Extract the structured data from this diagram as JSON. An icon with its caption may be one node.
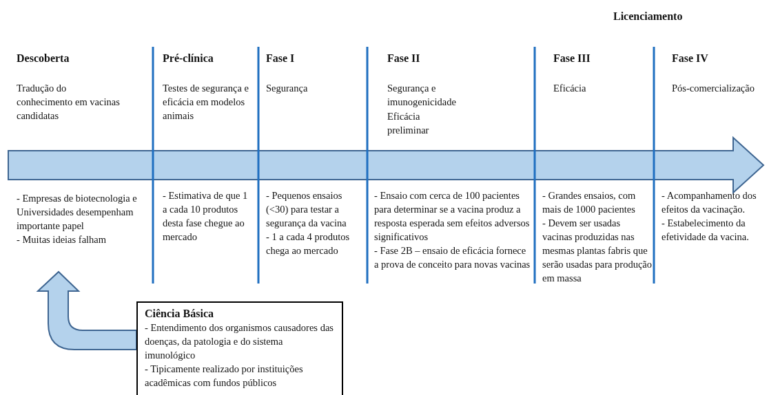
{
  "diagram": {
    "nodes": [
      {
        "text": [
          "- Empresas de biotecnologia e Universidades desempenham importante papel",
          "- Muitas ideias falham"
        ]
      },
      {
        "text": [
          "Ciência Básica",
          "- Entendimento dos organismos causadores das doenças, da patologia e do sistema imunológico",
          "- Tipicamente realizado por instituições acadêmicas com fundos públicos"
        ]
      }
    ],
    "edges": [
      {
        "from": 1,
        "to": 0,
        "arrow": "to"
      }
    ],
    "labels": [
      "Licenciamento",
      "Descoberta",
      "Pré-clínica",
      "Fase I",
      "Fase II",
      "Fase III",
      "Fase IV",
      "Tradução do conhecimento em vacinas candidatas",
      "Testes de segurança e eficácia em modelos animais",
      "Segurança",
      "Segurança e imunogenicidade",
      "Eficácia preliminar",
      "Eficácia",
      "Pós-comercialização",
      "- Estimativa de que 1 a cada 10 produtos desta fase chegue ao mercado",
      "- Pequenos ensaios (<30) para testar a segurança da vacina",
      "- 1 a cada 4 produtos chega ao mercado",
      "- Ensaio com cerca de 100 pacientes para determinar se a vacina produz a resposta esperada sem efeitos adversos significativos",
      "- Fase 2B – ensaio de eficácia fornece a prova de conceito para novas vacinas",
      "- Grandes ensaios, com mais de 1000 pacientes",
      "- Devem ser usadas vacinas produzidas nas mesmas plantas fabris que serão usadas para produção em massa",
      "- Acompanhamento dos efeitos da vacinação.",
      "- Estabelecimento da efetividade da vacina."
    ]
  }
}
